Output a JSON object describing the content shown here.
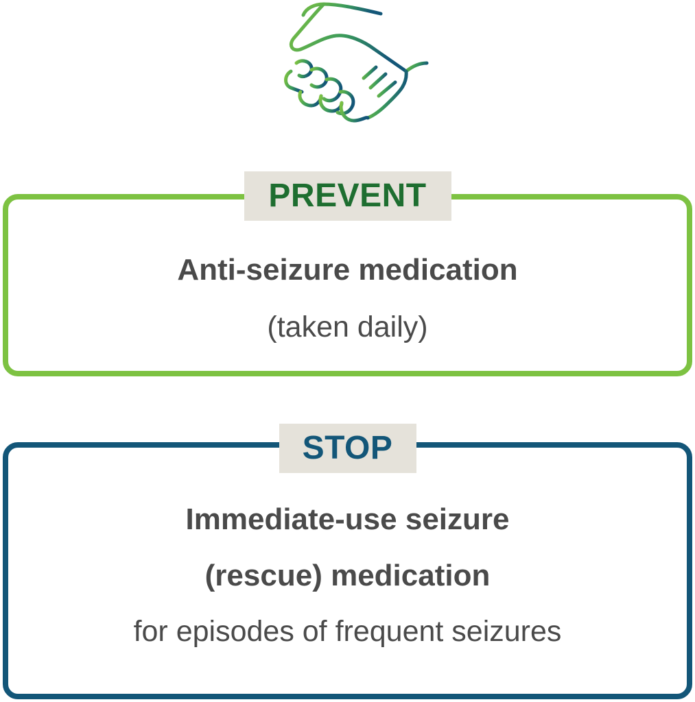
{
  "icon": {
    "name": "handshake-icon",
    "gradient_start": "#7dc242",
    "gradient_end": "#135678"
  },
  "colors": {
    "prevent_border": "#7dc242",
    "prevent_label": "#1e6e30",
    "stop_border": "#135678",
    "stop_label": "#135678",
    "label_background": "#e5e2da",
    "body_text": "#4a4a4a"
  },
  "prevent": {
    "label": "PREVENT",
    "title": "Anti-seizure medication",
    "subtitle": "(taken daily)"
  },
  "stop": {
    "label": "STOP",
    "title_line1": "Immediate-use seizure",
    "title_line2": "(rescue) medication",
    "subtitle": "for episodes of frequent seizures"
  }
}
